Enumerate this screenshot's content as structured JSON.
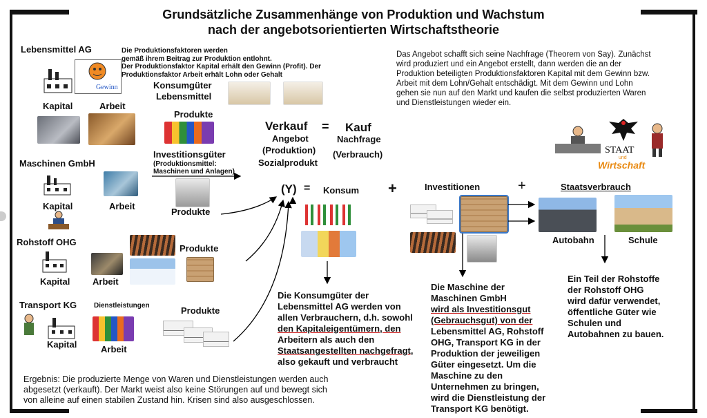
{
  "title_line1": "Grundsätzliche Zusammenhänge von Produktion und Wachstum",
  "title_line2": "nach der angebotsorientierten Wirtschaftstheorie",
  "intro_text": {
    "line1": "Die Produktionsfaktoren werden",
    "line2": "gemäß ihrem Beitrag zur Produktion entlohnt.",
    "line3": "Der Produktionsfaktor Kapital erhält den Gewinn (Profit). Der",
    "line4": "Produktionsfaktor Arbeit erhält Lohn oder Gehalt"
  },
  "say_text": {
    "line1": "Das Angebot schafft sich seine Nachfrage (Theorem von Say). Zunächst",
    "line2": "wird produziert und ein Angebot erstellt, dann werden die an der",
    "line3": "Produktion beteiligten Produktionsfaktoren Kapital mit dem Gewinn bzw.",
    "line4": "Arbeit mit dem Lohn/Gehalt entschädigt. Mit dem Gewinn und Lohn",
    "line5": "gehen sie nun auf den Markt und kaufen die selbst produzierten Waren",
    "line6": "und Dienstleistungen wieder ein."
  },
  "companies": {
    "lebensmittel": "Lebensmittel AG",
    "maschinen": "Maschinen GmbH",
    "rohstoff": "Rohstoff OHG",
    "transport": "Transport KG"
  },
  "labels": {
    "kapital": "Kapital",
    "arbeit": "Arbeit",
    "produkte": "Produkte",
    "dienstleistungen": "Dienstleistungen",
    "gewinn": "Gewinn",
    "konsumgueter_1": "Konsumgüter",
    "konsumgueter_2": "Lebensmittel",
    "investitionsgueter": "Investitionsgüter",
    "prodmittel_1": "(Produktionsmittel:",
    "prodmittel_2": "Maschinen und Anlagen)"
  },
  "equation": {
    "verkauf": "Verkauf",
    "equals": "=",
    "kauf": "Kauf",
    "angebot": "Angebot",
    "produktion": "(Produktion)",
    "sozialprodukt": "Sozialprodukt",
    "nachfrage": "Nachfrage",
    "verbrauch": "(Verbrauch)"
  },
  "formula": {
    "y": "(Y)",
    "eq": "=",
    "konsum": "Konsum",
    "plus1": "+",
    "investitionen": "Investitionen",
    "plus2": "+",
    "staatsverbrauch": "Staatsverbrauch"
  },
  "staat": {
    "line1": "STAAT",
    "und": "und",
    "line2": "Wirtschaft"
  },
  "places": {
    "autobahn": "Autobahn",
    "schule": "Schule"
  },
  "konsum_text": {
    "line1": "Die Konsumgüter der",
    "line2": "Lebensmittel AG werden von",
    "line3": "allen Verbrauchern, d.h. sowohl",
    "line4": "den Kapitaleigentümern, den",
    "line5": "Arbeitern als auch den",
    "line6": "Staatsangestellten nachgefragt,",
    "line7": "also gekauft und verbraucht"
  },
  "maschine_text": {
    "line1": "Die Maschine der",
    "line2": "Maschinen GmbH",
    "line3": "wird als Investitionsgut",
    "line4": "(Gebrauchsgut) von der",
    "line5": "Lebensmittel AG, Rohstoff",
    "line6": "OHG, Transport KG in der",
    "line7": "Produktion der jeweiligen",
    "line8": "Güter eingesetzt. Um die",
    "line9": "Maschine zu den",
    "line10": "Unternehmen zu bringen,",
    "line11": "wird die Dienstleistung der",
    "line12": "Transport KG benötigt."
  },
  "rohstoff_text": {
    "line1": "Ein Teil der Rohstoffe",
    "line2": "der Rohstoff OHG",
    "line3": "wird dafür verwendet,",
    "line4": "öffentliche Güter wie",
    "line5": "Schulen und",
    "line6": "Autobahnen zu bauen."
  },
  "ergebnis_text": {
    "line1": "Ergebnis: Die produzierte Menge von Waren und Dienstleistungen werden auch",
    "line2": "abgesetzt (verkauft). Der Markt weist also keine Störungen auf und bewegt sich",
    "line3": "von alleine auf einen stabilen Zustand hin.  Krisen sind also ausgeschlossen."
  },
  "icons": {
    "factory": "factory-icon",
    "worker": "worker-icon",
    "truck": "truck-icon",
    "eagle": "eagle-icon"
  },
  "colors": {
    "frame": "#111111",
    "arrow": "#000000",
    "wirtschaft": "#e98a12",
    "accent_blue": "#3a78c9"
  }
}
